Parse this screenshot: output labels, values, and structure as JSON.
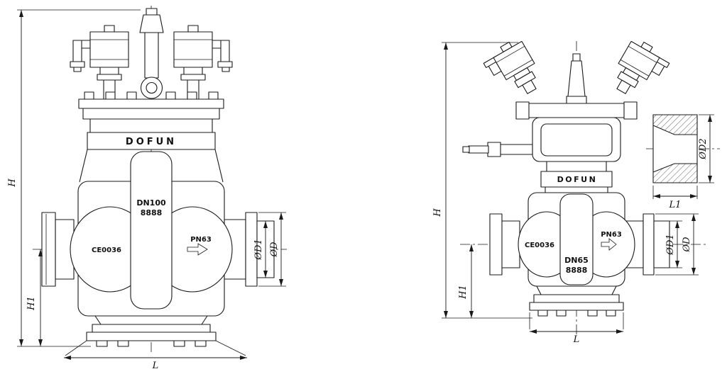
{
  "drawing": {
    "line_color": "#1a1a1a",
    "background": "#ffffff",
    "left_valve": {
      "brand": "DOFUN",
      "dn": "DN100",
      "serial": "8888",
      "ce": "CE0036",
      "pn": "PN63",
      "dim_h": "H",
      "dim_h1": "H1",
      "dim_l": "L",
      "dim_d1": "ØD1",
      "dim_d": "ØD"
    },
    "right_valve": {
      "brand": "DOFUN",
      "dn": "DN65",
      "serial": "8888",
      "ce": "CE0036",
      "pn": "PN63",
      "dim_h": "H",
      "dim_h1": "H1",
      "dim_l": "L",
      "dim_d1": "ØD1",
      "dim_d": "ØD"
    },
    "detail": {
      "dim_d2": "ØD2",
      "dim_l1": "L1"
    }
  }
}
